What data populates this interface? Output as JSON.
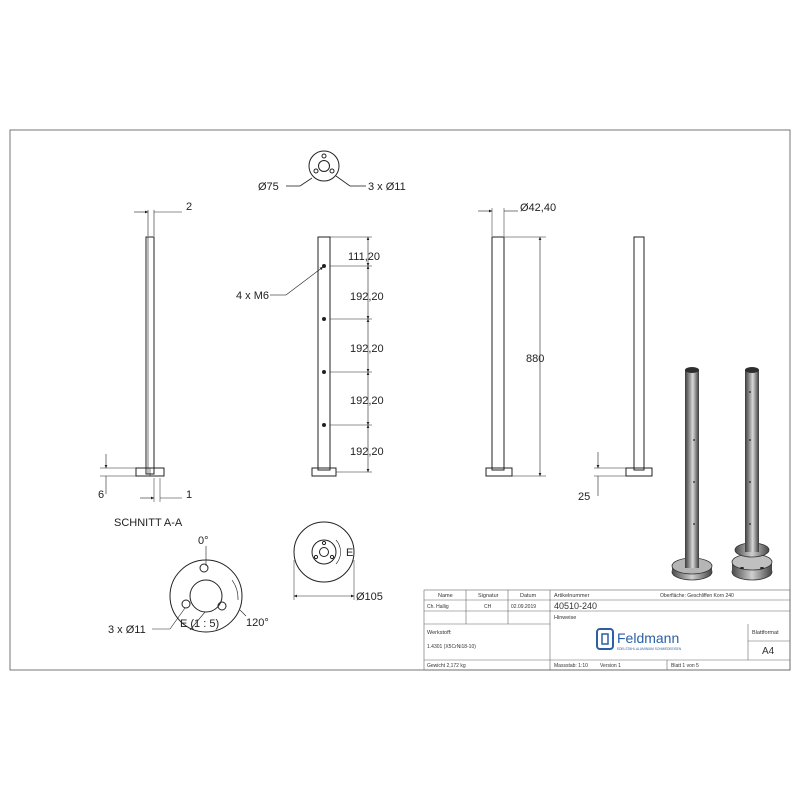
{
  "dims": {
    "dia75": "Ø75",
    "holes3": "3 x Ø11",
    "wall": "2",
    "dia4240": "Ø42,40",
    "d111": "111,20",
    "d192a": "192,20",
    "d192b": "192,20",
    "d192c": "192,20",
    "d192d": "192,20",
    "m6": "4 x M6",
    "h880": "880",
    "h6": "6",
    "w1": "1",
    "h25": "25",
    "section": "SCHNITT A-A",
    "angle0": "0°",
    "holes3b": "3 x Ø11",
    "detail": "E (1 : 5)",
    "angle120": "120°",
    "e": "E",
    "dia105": "Ø105"
  },
  "title_block": {
    "h_name": "Name",
    "h_signatur": "Signatur",
    "h_datum": "Datum",
    "name": "Ch. Hallig",
    "signatur": "CH",
    "datum": "02.09.2019",
    "h_artikel": "Artikelnummer",
    "artikel": "40510-240",
    "oberflaeche": "Oberfläche:  Geschliffen Korn 240",
    "h_werkstoff": "Werkstoff:",
    "werkstoff": "1.4301 (X5CrNi18-10)",
    "h_hinweise": "Hinweise",
    "logo_name": "Feldmann",
    "logo_tagline": "EDELSTAHL ALUMINIUM SCHMIEDEEISEN",
    "h_blattformat": "Blattformat",
    "blattformat": "A4",
    "gewicht": "Gewicht 2,172 kg",
    "massstab": "Massstab: 1:10",
    "version": "Version 1",
    "blatt": "Blatt 1 von 5"
  }
}
